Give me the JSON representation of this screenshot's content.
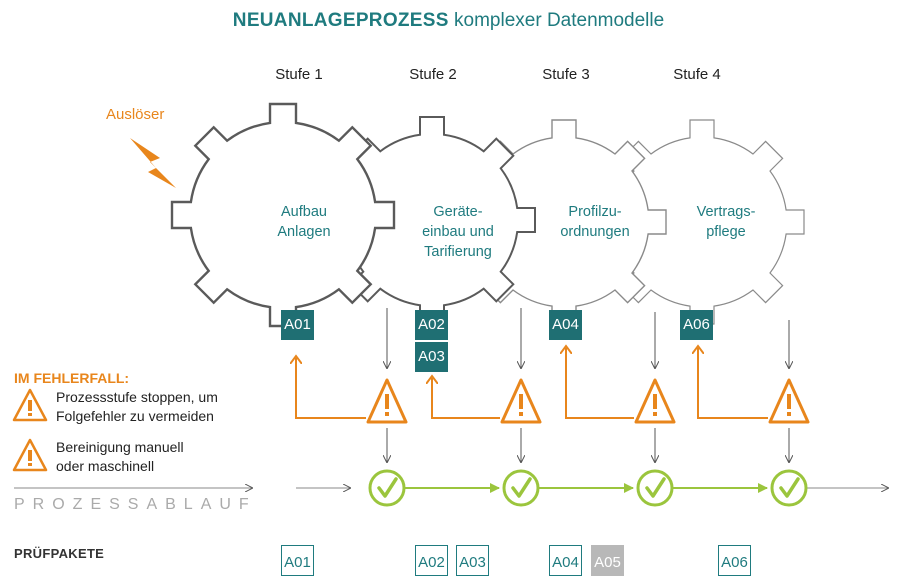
{
  "title": {
    "bold": "NEUANLAGEPROZESS",
    "rest": "komplexer Datenmodelle"
  },
  "stages": [
    {
      "label": "Stufe 1",
      "text": "Aufbau\nAnlagen"
    },
    {
      "label": "Stufe 2",
      "text": "Geräte-\neinbau und\nTarifierung"
    },
    {
      "label": "Stufe 3",
      "text": "Profilzu-\nordnungen"
    },
    {
      "label": "Stufe 4",
      "text": "Vertrags-\npflege"
    }
  ],
  "codes": [
    "A01",
    "A02",
    "A03",
    "A04",
    "A06"
  ],
  "trigger": "Auslöser",
  "error": {
    "title": "IM FEHLERFALL:",
    "item1": "Prozessstufe stoppen, um\nFolgefehler zu vermeiden",
    "item2": "Bereinigung manuell\noder maschinell"
  },
  "process_label": "PROZESSABLAUF",
  "packages": {
    "title": "PRÜFPAKETE",
    "items": [
      "A01",
      "A02",
      "A03",
      "A04",
      "A05",
      "A06"
    ]
  },
  "colors": {
    "teal": "#1f7b7f",
    "orange": "#e8861c",
    "green": "#9bc53d",
    "gear_dark": "#5a5a5a",
    "gear_light": "#8a8a8a"
  }
}
